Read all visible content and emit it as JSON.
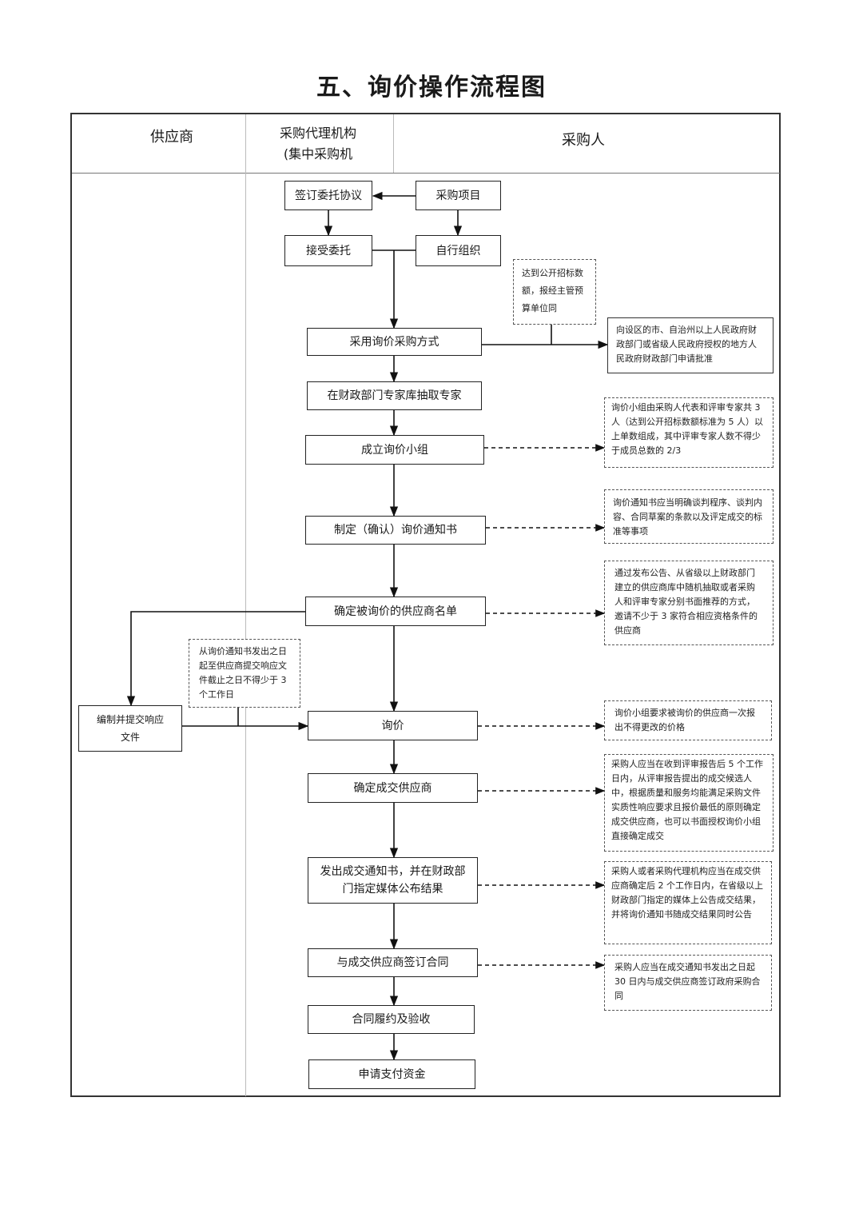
{
  "title": "五、询价操作流程图",
  "lanes": {
    "supplier": "供应商",
    "agency_line1": "采购代理机构",
    "agency_line2": "(集中采购机",
    "purchaser": "采购人"
  },
  "boxes": {
    "sign_agreement": "签订委托协议",
    "purchase_project": "采购项目",
    "accept_entrust": "接受委托",
    "self_organize": "自行组织",
    "adopt_inquiry": "采用询价采购方式",
    "extract_experts": "在财政部门专家库抽取专家",
    "form_group": "成立询价小组",
    "make_notice": "制定（确认）询价通知书",
    "confirm_list": "确定被询价的供应商名单",
    "inquiry": "询价",
    "confirm_supplier": "确定成交供应商",
    "issue_notice": "发出成交通知书，并在财政部门指定媒体公布结果",
    "sign_contract": "与成交供应商签订合同",
    "perform_accept": "合同履约及验收",
    "apply_payment": "申请支付资金",
    "prepare_docs": "编制并提交响应文件"
  },
  "notes": {
    "tender_threshold": "达到公开招标数额，报经主管预算单位同",
    "approval": "向设区的市、自治州以上人民政府财政部门或省级人民政府授权的地方人民政府财政部门申请批准",
    "group_members": "询价小组由采购人代表和评审专家共 3 人（达到公开招标数额标准为 5 人）以上单数组成，其中评审专家人数不得少于成员总数的 2/3",
    "notice_content": "询价通知书应当明确谈判程序、谈判内容、合同草案的条款以及评定成交的标准等事项",
    "supplier_selection": "通过发布公告、从省级以上财政部门建立的供应商库中随机抽取或者采购人和评审专家分别书面推荐的方式，邀请不少于 3 家符合相应资格条件的供应商",
    "response_period": "从询价通知书发出之日起至供应商提交响应文件截止之日不得少于 3 个工作日",
    "one_time_quote": "询价小组要求被询价的供应商一次报出不得更改的价格",
    "confirm_rule": "采购人应当在收到评审报告后 5 个工作日内，从评审报告提出的成交候选人中，根据质量和服务均能满足采购文件实质性响应要求且报价最低的原则确定成交供应商，也可以书面授权询价小组直接确定成交",
    "publish_rule": "采购人或者采购代理机构应当在成交供应商确定后 2 个工作日内，在省级以上财政部门指定的媒体上公告成交结果，并将询价通知书随成交结果同时公告",
    "contract_rule": "采购人应当在成交通知书发出之日起 30 日内与成交供应商签订政府采购合同"
  }
}
